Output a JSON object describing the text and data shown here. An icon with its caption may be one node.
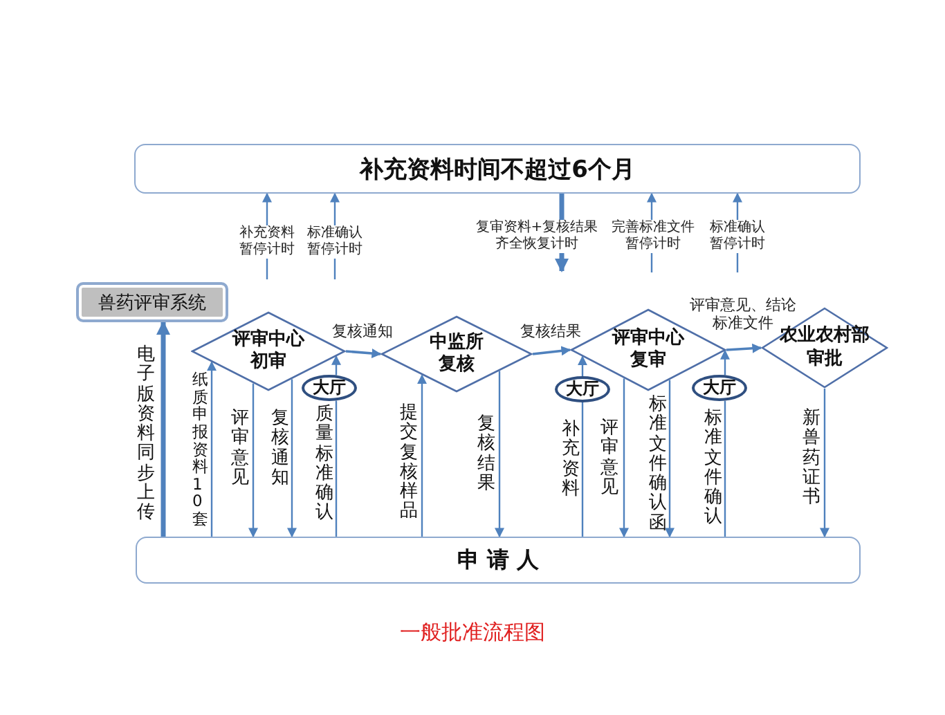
{
  "diagram": {
    "caption": "一般批准流程图",
    "nodes": [
      {
        "text": [
          "补充资料时间不超过6个月"
        ]
      },
      {
        "text": [
          "兽药评审系统"
        ]
      },
      {
        "text": [
          "评审中心初审"
        ]
      },
      {
        "text": [
          "中监所复核"
        ]
      },
      {
        "text": [
          "评审中心复审"
        ]
      },
      {
        "text": [
          "农业农村部审批"
        ]
      },
      {
        "text": [
          "申 请 人"
        ]
      },
      {
        "text": [
          "大厅"
        ]
      },
      {
        "text": [
          "大厅"
        ]
      },
      {
        "text": [
          "大厅"
        ]
      }
    ],
    "edges": [
      {
        "from": 6,
        "to": 1,
        "arrow": "to",
        "label": "电子版资料同步上传",
        "style": "thick"
      },
      {
        "from": 6,
        "to": 2,
        "arrow": "to",
        "label": "纸质申报资料10套"
      },
      {
        "from": 2,
        "to": 6,
        "arrow": "to",
        "label": "评审意见"
      },
      {
        "from": 2,
        "to": 6,
        "arrow": "to",
        "label": "复核通知"
      },
      {
        "from": 6,
        "to": 7,
        "arrow": "none",
        "label": "质量标准确认"
      },
      {
        "from": 7,
        "to": 2,
        "arrow": "to"
      },
      {
        "from": 2,
        "to": 3,
        "arrow": "to",
        "label": "复核通知"
      },
      {
        "from": 6,
        "to": 3,
        "arrow": "to",
        "label": "提交复核样品"
      },
      {
        "from": 3,
        "to": 6,
        "arrow": "to",
        "label": "复核结果"
      },
      {
        "from": 3,
        "to": 4,
        "arrow": "to",
        "label": "复核结果"
      },
      {
        "from": 6,
        "to": 8,
        "arrow": "none",
        "label": "补充资料"
      },
      {
        "from": 8,
        "to": 4,
        "arrow": "to"
      },
      {
        "from": 4,
        "to": 6,
        "arrow": "to",
        "label": "评审意见"
      },
      {
        "from": 4,
        "to": 6,
        "arrow": "to",
        "label": "标准文件确认函"
      },
      {
        "from": 6,
        "to": 9,
        "arrow": "none",
        "label": "标准文件确认"
      },
      {
        "from": 9,
        "to": 4,
        "arrow": "to"
      },
      {
        "from": 4,
        "to": 5,
        "arrow": "to",
        "label": "评审意见、结论标准文件"
      },
      {
        "from": 5,
        "to": 6,
        "arrow": "to",
        "label": "新兽药证书"
      },
      {
        "from": null,
        "to": 0,
        "arrow": "to",
        "label": "补充资料暂停计时"
      },
      {
        "from": null,
        "to": 0,
        "arrow": "to",
        "label": "标准确认暂停计时"
      },
      {
        "from": 0,
        "to": null,
        "arrow": "to",
        "label": "复审资料+复核结果齐全恢复计时",
        "style": "thick"
      },
      {
        "from": null,
        "to": 0,
        "arrow": "to",
        "label": "完善标准文件暂停计时"
      },
      {
        "from": null,
        "to": 0,
        "arrow": "to",
        "label": "标准确认暂停计时"
      }
    ]
  }
}
